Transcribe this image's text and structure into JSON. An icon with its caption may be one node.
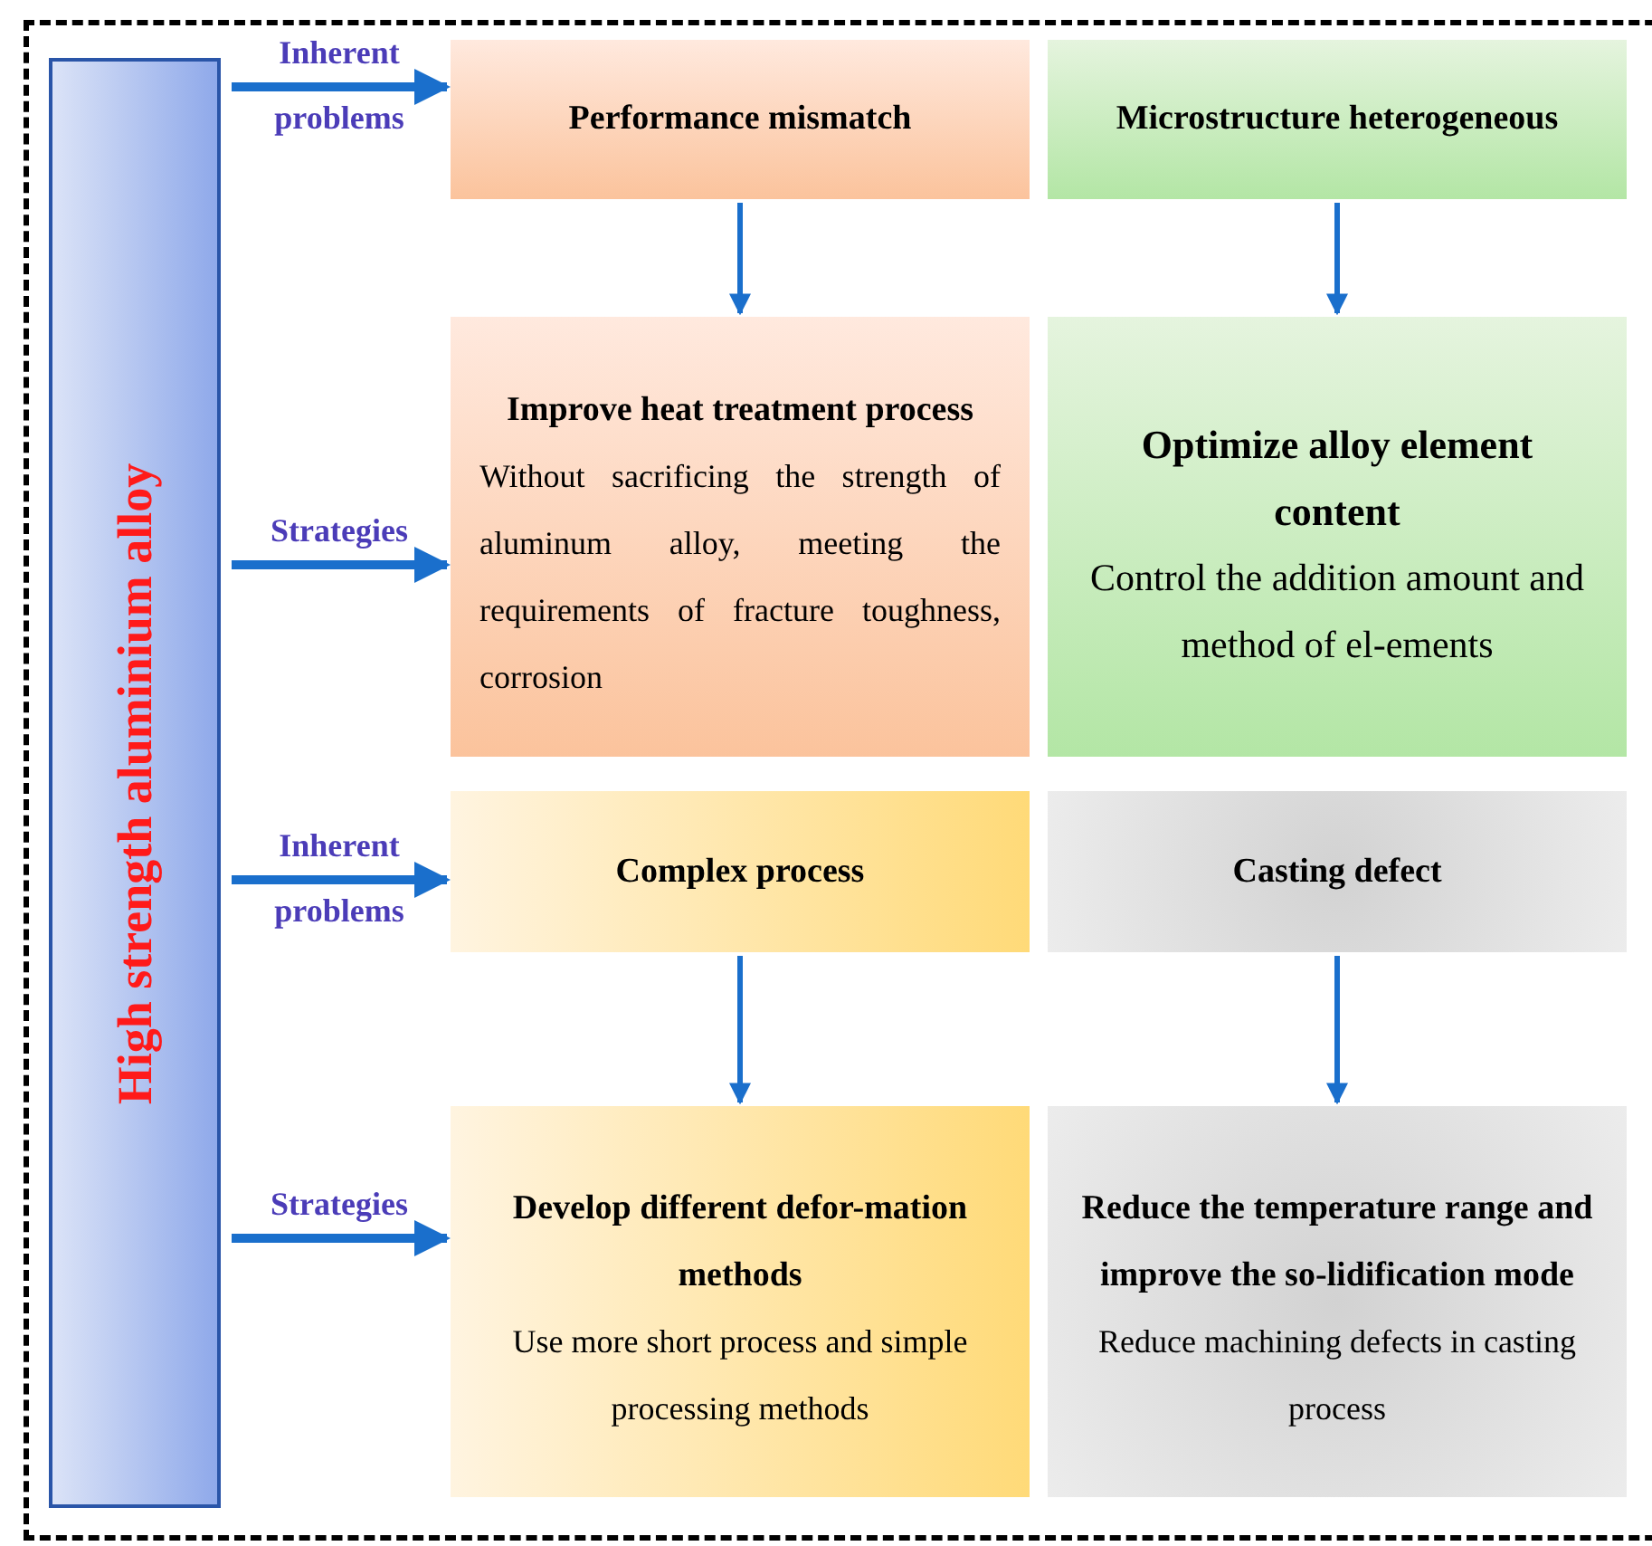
{
  "diagram": {
    "nodes": [
      {
        "text": [
          "High strength aluminium alloy"
        ]
      },
      {
        "text": [
          "Performance mismatch"
        ]
      },
      {
        "text": [
          "Microstructure heterogeneous"
        ]
      },
      {
        "text": [
          "Improve heat treatment process",
          "Without sacrificing the strength of aluminum alloy, meeting the requirements of fracture toughness, corrosion"
        ]
      },
      {
        "text": [
          "Optimize alloy element content",
          "Control the addition amount and method of el-ements"
        ]
      },
      {
        "text": [
          "Complex process"
        ]
      },
      {
        "text": [
          "Casting defect"
        ]
      },
      {
        "text": [
          "Develop different defor-mation methods",
          "Use more short process and simple processing methods"
        ]
      },
      {
        "text": [
          "Reduce the temperature range and improve the so-lidification mode",
          "Reduce machining defects in casting process"
        ]
      }
    ],
    "edges": [
      {
        "from": 0,
        "to": 1,
        "arrow": "to",
        "label": "Inherent problems"
      },
      {
        "from": 0,
        "to": 3,
        "arrow": "to",
        "label": "Strategies"
      },
      {
        "from": 0,
        "to": 5,
        "arrow": "to",
        "label": "Inherent problems"
      },
      {
        "from": 0,
        "to": 7,
        "arrow": "to",
        "label": "Strategies"
      },
      {
        "from": 1,
        "to": 3,
        "arrow": "to"
      },
      {
        "from": 2,
        "to": 4,
        "arrow": "to"
      },
      {
        "from": 5,
        "to": 7,
        "arrow": "to"
      },
      {
        "from": 6,
        "to": 8,
        "arrow": "to"
      }
    ]
  }
}
